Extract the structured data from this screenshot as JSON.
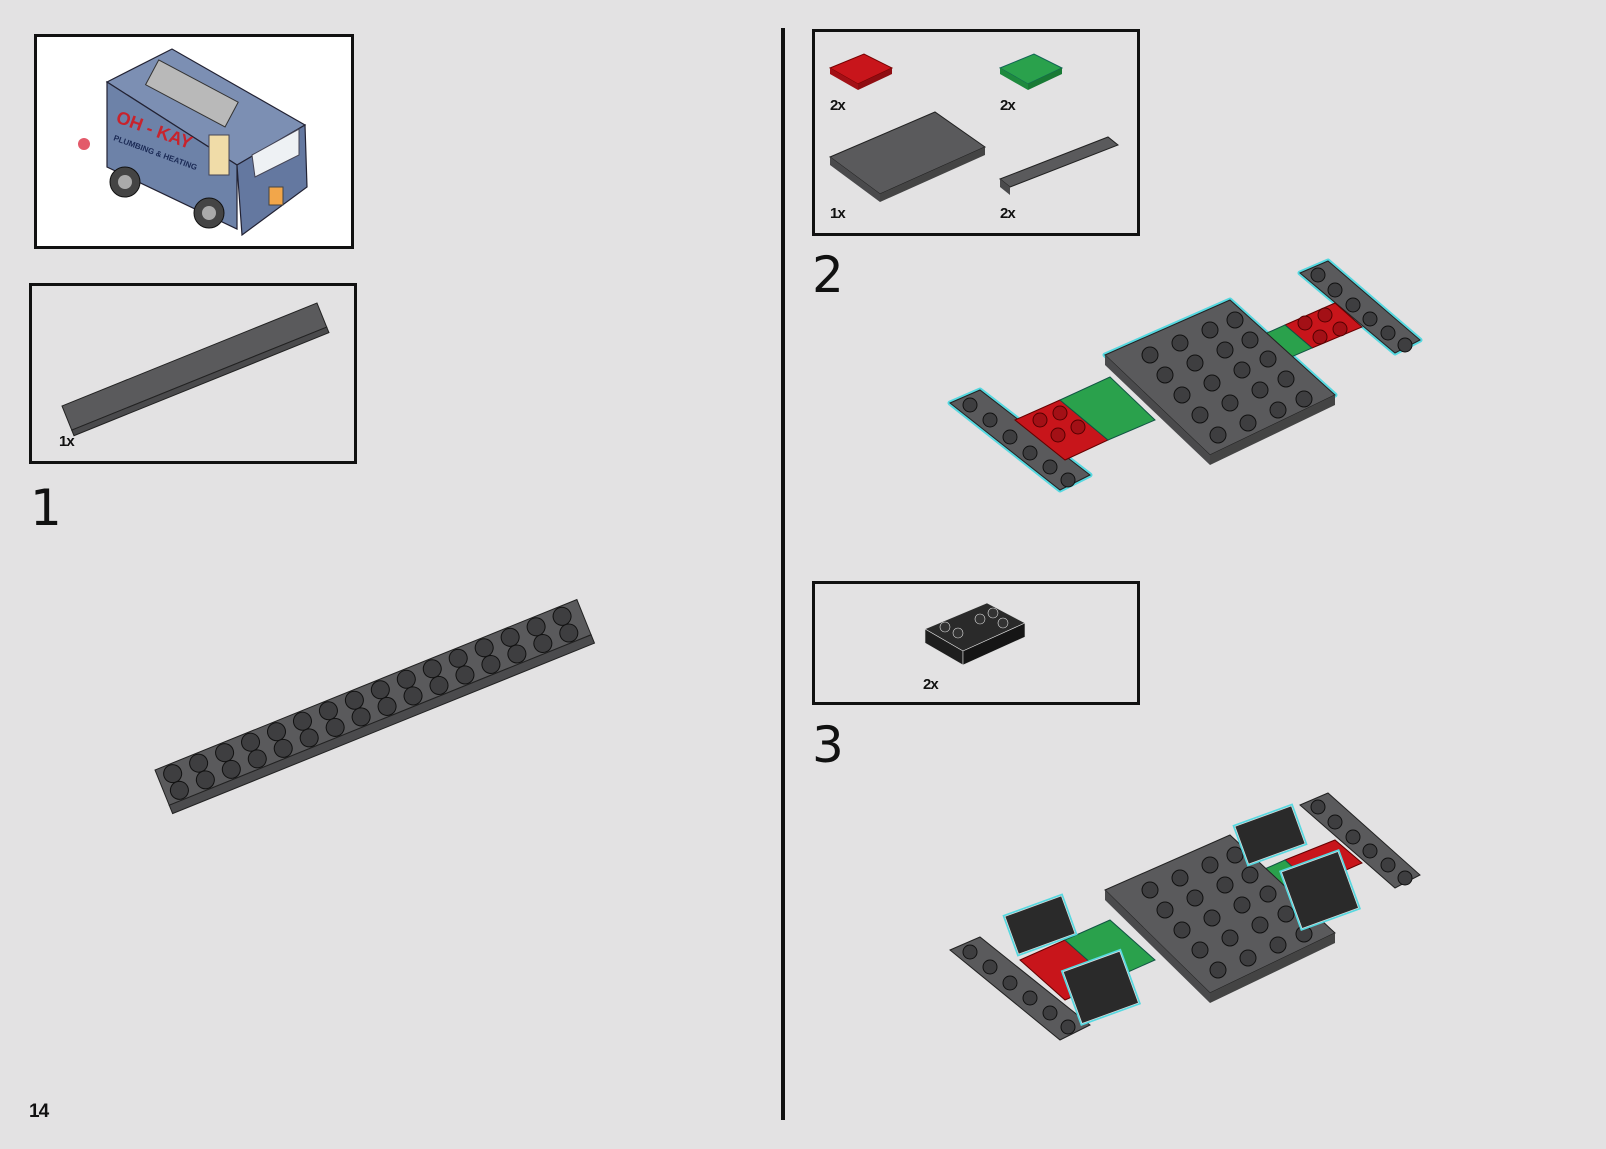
{
  "page": {
    "page_number": "14",
    "background": "#e3e2e3"
  },
  "preview": {
    "model": "delivery van",
    "signage_line1": "OH - KAY",
    "signage_line2": "PLUMBING & HEATING",
    "body_color": "#6d82a8",
    "signage_color": "#c8232c"
  },
  "steps": [
    {
      "number": "1",
      "parts": [
        {
          "name": "plate 2x16",
          "color": "dark-gray",
          "quantity": "1x"
        }
      ]
    },
    {
      "number": "2",
      "parts": [
        {
          "name": "plate 2x2",
          "color": "red",
          "quantity": "2x"
        },
        {
          "name": "tile 2x2",
          "color": "green",
          "quantity": "2x"
        },
        {
          "name": "plate 4x6",
          "color": "dark-gray",
          "quantity": "1x"
        },
        {
          "name": "plate 1x6",
          "color": "dark-gray",
          "quantity": "2x"
        }
      ]
    },
    {
      "number": "3",
      "parts": [
        {
          "name": "wheel holder brick",
          "color": "black",
          "quantity": "2x"
        }
      ]
    }
  ],
  "colors": {
    "dark_gray": "#5a5a5c",
    "stud": "#3e3e40",
    "red": "#c8151b",
    "green": "#2aa14c",
    "black": "#2a2a2a",
    "highlight": "#56d8e0"
  }
}
